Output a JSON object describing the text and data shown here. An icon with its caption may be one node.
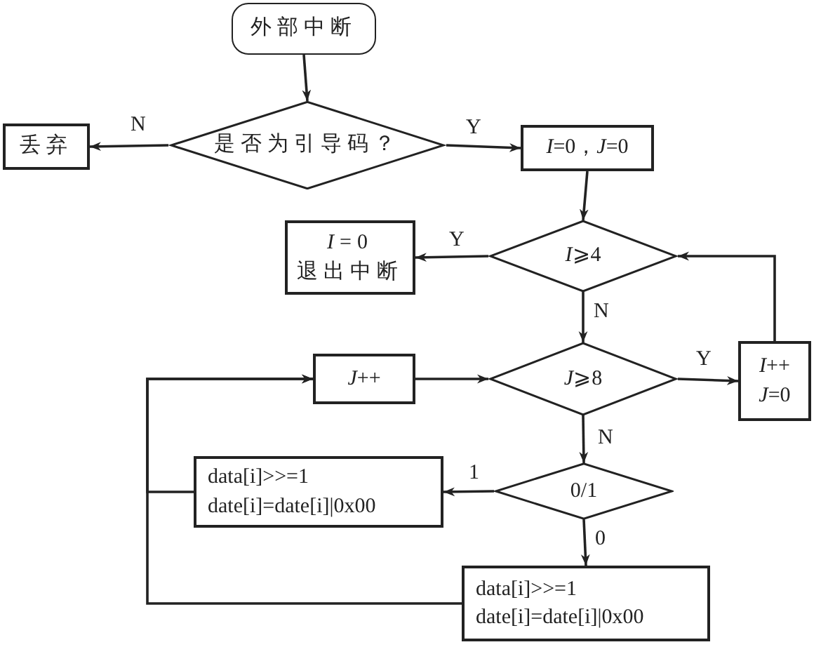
{
  "diagram": {
    "nodes": [
      {
        "text": [
          "外部中断"
        ]
      },
      {
        "text": [
          "是否为引导码？"
        ]
      },
      {
        "text": [
          "丢弃"
        ]
      },
      {
        "text": [
          "*I*=0，*J*=0"
        ]
      },
      {
        "text": [
          "*I*⩾4"
        ]
      },
      {
        "text": [
          "*I*=0",
          "退出中断"
        ]
      },
      {
        "text": [
          "*J*⩾8"
        ]
      },
      {
        "text": [
          "*I*++",
          "*J*=0"
        ]
      },
      {
        "text": [
          "*J*++"
        ]
      },
      {
        "text": [
          "0/1"
        ]
      },
      {
        "text": [
          "data[i]>>=1",
          "date[i]=date[i]|0x00"
        ]
      },
      {
        "text": [
          "data[i]>>=1",
          "date[i]=date[i]|0x00"
        ]
      }
    ],
    "edges": [
      {
        "from": 0,
        "to": 1,
        "arrow": "to"
      },
      {
        "from": 1,
        "to": 2,
        "arrow": "to",
        "label": "N"
      },
      {
        "from": 1,
        "to": 3,
        "arrow": "to",
        "label": "Y"
      },
      {
        "from": 3,
        "to": 4,
        "arrow": "to"
      },
      {
        "from": 4,
        "to": 5,
        "arrow": "to",
        "label": "Y"
      },
      {
        "from": 4,
        "to": 6,
        "arrow": "to",
        "label": "N"
      },
      {
        "from": 6,
        "to": 7,
        "arrow": "to",
        "label": "Y"
      },
      {
        "from": 7,
        "to": 4,
        "arrow": "to"
      },
      {
        "from": 8,
        "to": 6,
        "arrow": "to"
      },
      {
        "from": 6,
        "to": 9,
        "arrow": "to",
        "label": "N"
      },
      {
        "from": 9,
        "to": 10,
        "arrow": "to",
        "label": "1"
      },
      {
        "from": 9,
        "to": 11,
        "arrow": "to",
        "label": "0"
      },
      {
        "from": 10,
        "to": 8,
        "arrow": "to"
      },
      {
        "from": 11,
        "to": 8,
        "arrow": "to"
      }
    ]
  }
}
